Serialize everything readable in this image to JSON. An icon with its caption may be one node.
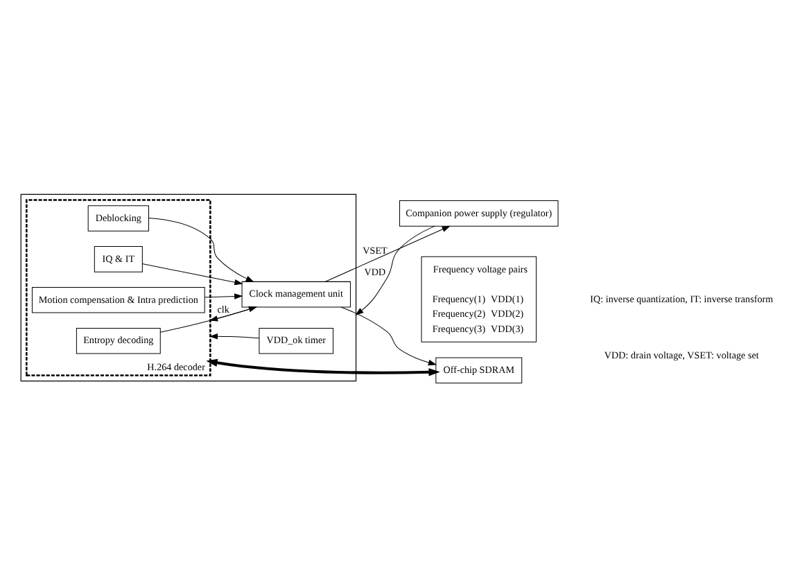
{
  "diagram": {
    "nodes": [
      {
        "text": [],
        "shape": "box"
      },
      {
        "text": [
          "H.264 decoder"
        ],
        "in": 0
      },
      {
        "text": [
          "Entropy decoding"
        ],
        "in": 1
      },
      {
        "text": [
          "Motion compensation & Intra prediction"
        ],
        "in": 1
      },
      {
        "text": [
          "IQ & IT"
        ],
        "in": 1
      },
      {
        "text": [
          "Deblocking"
        ],
        "in": 1
      },
      {
        "text": [
          "VDD_ok timer"
        ],
        "in": 0
      },
      {
        "text": [
          "Clock management unit"
        ],
        "in": 0
      },
      {
        "text": [
          "Companion power supply (regulator)"
        ]
      },
      {
        "text": [
          "Frequency voltage pairs",
          "Frequency(1)",
          "VDD(1)",
          "Frequency(2)",
          "VDD(2)",
          "Frequency(3)",
          "VDD(3)"
        ]
      },
      {
        "text": [
          "Off-chip SDRAM"
        ]
      }
    ],
    "edges": [
      {
        "from": 2,
        "to": 7,
        "arrow": "to"
      },
      {
        "from": 3,
        "to": 7,
        "arrow": "to"
      },
      {
        "from": 4,
        "to": 7,
        "arrow": "to"
      },
      {
        "from": 5,
        "to": 7,
        "arrow": "to"
      },
      {
        "from": 6,
        "to": 1,
        "arrow": "to"
      },
      {
        "from": 7,
        "to": 1,
        "arrow": "to",
        "label": "clk"
      },
      {
        "from": 7,
        "to": 10,
        "arrow": "to"
      },
      {
        "from": 7,
        "to": 8,
        "arrow": "to",
        "label": "VSET"
      },
      {
        "from": 8,
        "to": 0,
        "arrow": "to",
        "label": "VDD"
      },
      {
        "from": 1,
        "to": 10,
        "arrow": "both",
        "style": "thick"
      }
    ],
    "labels": [
      "IQ: inverse quantization, IT: inverse transform",
      "VDD: drain voltage, VSET: voltage set"
    ]
  }
}
